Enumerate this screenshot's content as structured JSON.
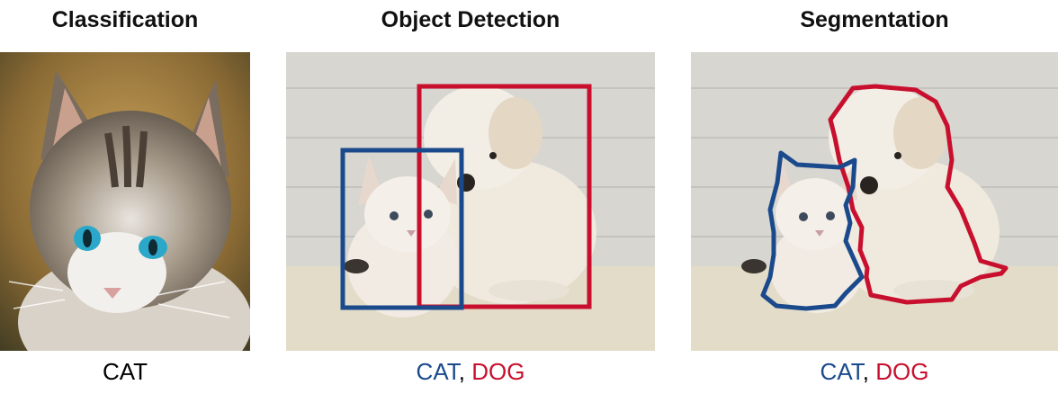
{
  "panels": [
    {
      "title": "Classification",
      "labels": [
        {
          "text": "CAT",
          "color": "#000000"
        }
      ]
    },
    {
      "title": "Object Detection",
      "labels": [
        {
          "text": "CAT",
          "color": "#1b4a8c"
        },
        {
          "text": ", ",
          "color": "#000000"
        },
        {
          "text": "DOG",
          "color": "#c8102e"
        }
      ]
    },
    {
      "title": "Segmentation",
      "labels": [
        {
          "text": "CAT",
          "color": "#1b4a8c"
        },
        {
          "text": ", ",
          "color": "#000000"
        },
        {
          "text": "DOG",
          "color": "#c8102e"
        }
      ]
    }
  ],
  "colors": {
    "cat": "#1b4a8c",
    "dog": "#c8102e"
  },
  "icons": [
    "cat-photo",
    "cat-dog-photo"
  ]
}
